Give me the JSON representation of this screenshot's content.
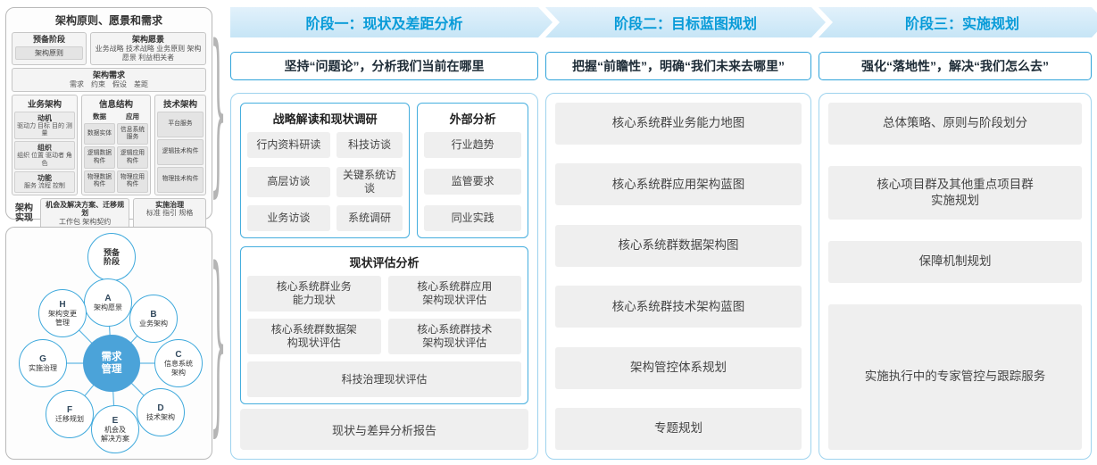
{
  "colors": {
    "accent": "#2fa3da",
    "header_text": "#089bd8",
    "center_fill": "#4ba3d9",
    "chip_bg": "#efefef"
  },
  "brace_glyph": "}",
  "left": {
    "top_panel": {
      "title": "架构原则、愿景和需求",
      "prep_label": "预备阶段",
      "prep_item": "架构原则",
      "vision_label": "架构愿景",
      "vision_text": "业务战略 技术战略 业务原则 架构愿景 利益相关者",
      "req_label": "架构需求",
      "req_text": "需求　约束　假设　差距",
      "biz": {
        "title": "业务架构",
        "groups": [
          {
            "label": "动机",
            "text": "驱动力 目标 目的 测量"
          },
          {
            "label": "组织",
            "text": "组织 位置 驱动者 角色"
          },
          {
            "label": "功能",
            "text": "服务 流程 控制"
          }
        ]
      },
      "info": {
        "title": "信息结构",
        "data_label": "数据",
        "data_items": [
          "数据实体",
          "逻辑数据构件",
          "物理数据构件"
        ],
        "app_label": "应用",
        "app_items": [
          "信息系统服务",
          "逻辑应用构件",
          "物理应用构件"
        ]
      },
      "tech": {
        "title": "技术架构",
        "items": [
          "平台服务",
          "逻辑技术构件",
          "物理技术构件"
        ]
      },
      "impl_label": "架构\n实现",
      "impl_boxes": [
        {
          "title": "机会及解决方案、迁移规划",
          "text": "工作包 架构契约"
        },
        {
          "title": "实施治理",
          "text": "标准 指引 规格"
        }
      ]
    },
    "adm": {
      "center": "需求\n管理",
      "nodes": [
        {
          "letter": "",
          "label": "预备\n阶段"
        },
        {
          "letter": "A",
          "label": "架构愿景"
        },
        {
          "letter": "B",
          "label": "业务架构"
        },
        {
          "letter": "C",
          "label": "信息系统\n架构"
        },
        {
          "letter": "D",
          "label": "技术架构"
        },
        {
          "letter": "E",
          "label": "机会及\n解决方案"
        },
        {
          "letter": "F",
          "label": "迁移规划"
        },
        {
          "letter": "G",
          "label": "实施治理"
        },
        {
          "letter": "H",
          "label": "架构变更\n管理"
        }
      ]
    }
  },
  "phases": [
    {
      "header": "阶段一：现状及差距分析",
      "subtitle": "坚持“问题论”，分析我们当前在哪里"
    },
    {
      "header": "阶段二：目标蓝图规划",
      "subtitle": "把握“前瞻性”，明确“我们未来去哪里”",
      "items": [
        "核心系统群业务能力地图",
        "核心系统群应用架构蓝图",
        "核心系统群数据架构图",
        "核心系统群技术架构蓝图",
        "架构管控体系规划",
        "专题规划"
      ]
    },
    {
      "header": "阶段三：实施规划",
      "subtitle": "强化“落地性”，解决“我们怎么去”",
      "items": [
        "总体策略、原则与阶段划分",
        "核心项目群及其他重点项目群\n实施规划",
        "保障机制规划",
        "实施执行中的专家管控与跟踪服务"
      ]
    }
  ],
  "phase1": {
    "research": {
      "title": "战略解读和现状调研",
      "items": [
        "行内资料研读",
        "科技访谈",
        "高层访谈",
        "关键系统访谈",
        "业务访谈",
        "系统调研"
      ]
    },
    "external": {
      "title": "外部分析",
      "items": [
        "行业趋势",
        "监管要求",
        "同业实践"
      ]
    },
    "assessment": {
      "title": "现状评估分析",
      "items": [
        "核心系统群业务\n能力现状",
        "核心系统群应用\n架构现状评估",
        "核心系统群数据架\n构现状评估",
        "核心系统群技术\n架构现状评估",
        "科技治理现状评估"
      ]
    },
    "report": "现状与差异分析报告"
  }
}
